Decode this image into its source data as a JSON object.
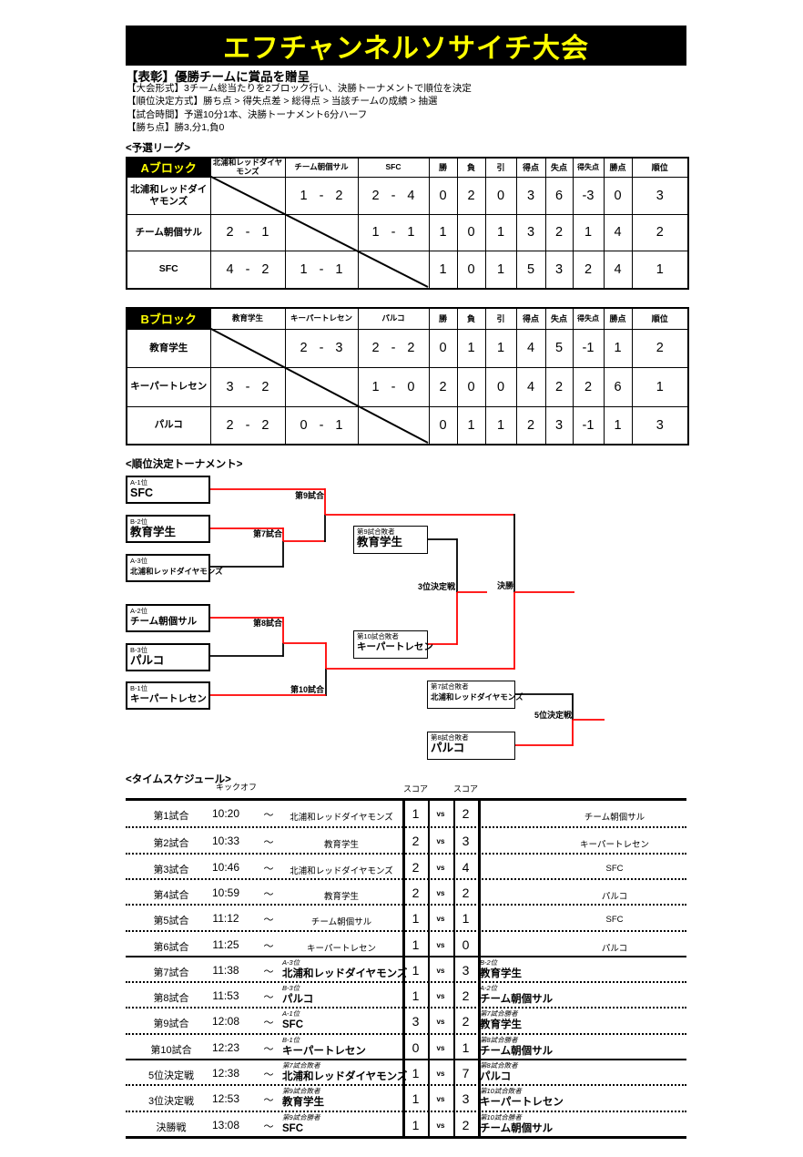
{
  "title": "エフチャンネルソサイチ大会",
  "colors": {
    "title_bg": "#000000",
    "title_text": "#ffff00",
    "win_path_red": "#ff0000",
    "line_black": "#000000"
  },
  "rules": {
    "award": "【表彰】優勝チームに賞品を贈呈",
    "lines": [
      "【大会形式】3チーム総当たりを2ブロック行い、決勝トーナメントで順位を決定",
      "【順位決定方式】勝ち点 > 得失点差 > 総得点 > 当該チームの成績 > 抽選",
      "【試合時間】予選10分1本、決勝トーナメント6分ハーフ",
      "【勝ち点】勝3,分1,負0"
    ]
  },
  "league": {
    "section_title": "<予選リーグ>",
    "stat_headers": [
      "勝",
      "負",
      "引",
      "得点",
      "失点",
      "得失点",
      "勝点",
      "順位"
    ],
    "blocks": [
      {
        "name": "Aブロック",
        "team_headers": [
          "北浦和レッドダイヤモンズ",
          "チーム朝個サル",
          "SFC"
        ],
        "rows": [
          {
            "team": "北浦和レッドダイヤモンズ",
            "scores": [
              "",
              "1 - 2",
              "2 - 4"
            ],
            "stats": [
              "0",
              "2",
              "0",
              "3",
              "6",
              "-3",
              "0",
              "3"
            ]
          },
          {
            "team": "チーム朝個サル",
            "scores": [
              "2 - 1",
              "",
              "1 - 1"
            ],
            "stats": [
              "1",
              "0",
              "1",
              "3",
              "2",
              "1",
              "4",
              "2"
            ]
          },
          {
            "team": "SFC",
            "scores": [
              "4 - 2",
              "1 - 1",
              ""
            ],
            "stats": [
              "1",
              "0",
              "1",
              "5",
              "3",
              "2",
              "4",
              "1"
            ]
          }
        ]
      },
      {
        "name": "Bブロック",
        "team_headers": [
          "教育学生",
          "キーパートレセン",
          "パルコ"
        ],
        "rows": [
          {
            "team": "教育学生",
            "scores": [
              "",
              "2 - 3",
              "2 - 2"
            ],
            "stats": [
              "0",
              "1",
              "1",
              "4",
              "5",
              "-1",
              "1",
              "2"
            ]
          },
          {
            "team": "キーパートレセン",
            "scores": [
              "3 - 2",
              "",
              "1 - 0"
            ],
            "stats": [
              "2",
              "0",
              "0",
              "4",
              "2",
              "2",
              "6",
              "1"
            ]
          },
          {
            "team": "パルコ",
            "scores": [
              "2 - 2",
              "0 - 1",
              ""
            ],
            "stats": [
              "0",
              "1",
              "1",
              "2",
              "3",
              "-1",
              "1",
              "3"
            ]
          }
        ]
      }
    ]
  },
  "bracket": {
    "section_title": "<順位決定トーナメント>",
    "boxes": [
      {
        "seed": "A-1位",
        "team": "SFC"
      },
      {
        "seed": "B-2位",
        "team": "教育学生"
      },
      {
        "seed": "A-3位",
        "team": "北浦和レッドダイヤモンズ"
      },
      {
        "seed": "A-2位",
        "team": "チーム朝個サル"
      },
      {
        "seed": "B-3位",
        "team": "パルコ"
      },
      {
        "seed": "B-1位",
        "team": "キーパートレセン"
      },
      {
        "seed": "第9試合敗者",
        "team": "教育学生"
      },
      {
        "seed": "第10試合敗者",
        "team": "キーパートレセン"
      },
      {
        "seed": "第7試合敗者",
        "team": "北浦和レッドダイヤモンズ"
      },
      {
        "seed": "第8試合敗者",
        "team": "パルコ"
      }
    ],
    "labels": {
      "m7": "第7試合",
      "m8": "第8試合",
      "m9": "第9試合",
      "m10": "第10試合",
      "final": "決勝",
      "third": "3位決定戦",
      "fifth": "5位決定戦"
    }
  },
  "schedule": {
    "section_title": "<タイムスケジュール>",
    "kickoff_header": "キックオフ",
    "score_header": "スコア",
    "vs": "vs",
    "tilde": "～",
    "rows": [
      {
        "match": "第1試合",
        "time": "10:20",
        "t1": "北浦和レッドダイヤモンズ",
        "s1": "1",
        "s2": "2",
        "t2": "チーム朝個サル"
      },
      {
        "match": "第2試合",
        "time": "10:33",
        "t1": "教育学生",
        "s1": "2",
        "s2": "3",
        "t2": "キーパートレセン"
      },
      {
        "match": "第3試合",
        "time": "10:46",
        "t1": "北浦和レッドダイヤモンズ",
        "s1": "2",
        "s2": "4",
        "t2": "SFC"
      },
      {
        "match": "第4試合",
        "time": "10:59",
        "t1": "教育学生",
        "s1": "2",
        "s2": "2",
        "t2": "パルコ"
      },
      {
        "match": "第5試合",
        "time": "11:12",
        "t1": "チーム朝個サル",
        "s1": "1",
        "s2": "1",
        "t2": "SFC"
      },
      {
        "match": "第6試合",
        "time": "11:25",
        "t1": "キーパートレセン",
        "s1": "1",
        "s2": "0",
        "t2": "パルコ"
      },
      {
        "match": "第7試合",
        "time": "11:38",
        "t1_seed": "A-3位",
        "t1": "北浦和レッドダイヤモンズ",
        "s1": "1",
        "s2": "3",
        "t2_seed": "B-2位",
        "t2": "教育学生"
      },
      {
        "match": "第8試合",
        "time": "11:53",
        "t1_seed": "B-3位",
        "t1": "パルコ",
        "s1": "1",
        "s2": "2",
        "t2_seed": "A-2位",
        "t2": "チーム朝個サル"
      },
      {
        "match": "第9試合",
        "time": "12:08",
        "t1_seed": "A-1位",
        "t1": "SFC",
        "s1": "3",
        "s2": "2",
        "t2_seed": "第7試合勝者",
        "t2": "教育学生"
      },
      {
        "match": "第10試合",
        "time": "12:23",
        "t1_seed": "B-1位",
        "t1": "キーパートレセン",
        "s1": "0",
        "s2": "1",
        "t2_seed": "第8試合勝者",
        "t2": "チーム朝個サル"
      },
      {
        "match": "5位決定戦",
        "time": "12:38",
        "t1_seed": "第7試合敗者",
        "t1": "北浦和レッドダイヤモンズ",
        "s1": "1",
        "s2": "7",
        "t2_seed": "第8試合敗者",
        "t2": "パルコ"
      },
      {
        "match": "3位決定戦",
        "time": "12:53",
        "t1_seed": "第9試合敗者",
        "t1": "教育学生",
        "s1": "1",
        "s2": "3",
        "t2_seed": "第10試合敗者",
        "t2": "キーパートレセン"
      },
      {
        "match": "決勝戦",
        "time": "13:08",
        "t1_seed": "第9試合勝者",
        "t1": "SFC",
        "s1": "1",
        "s2": "2",
        "t2_seed": "第10試合勝者",
        "t2": "チーム朝個サル"
      }
    ]
  }
}
